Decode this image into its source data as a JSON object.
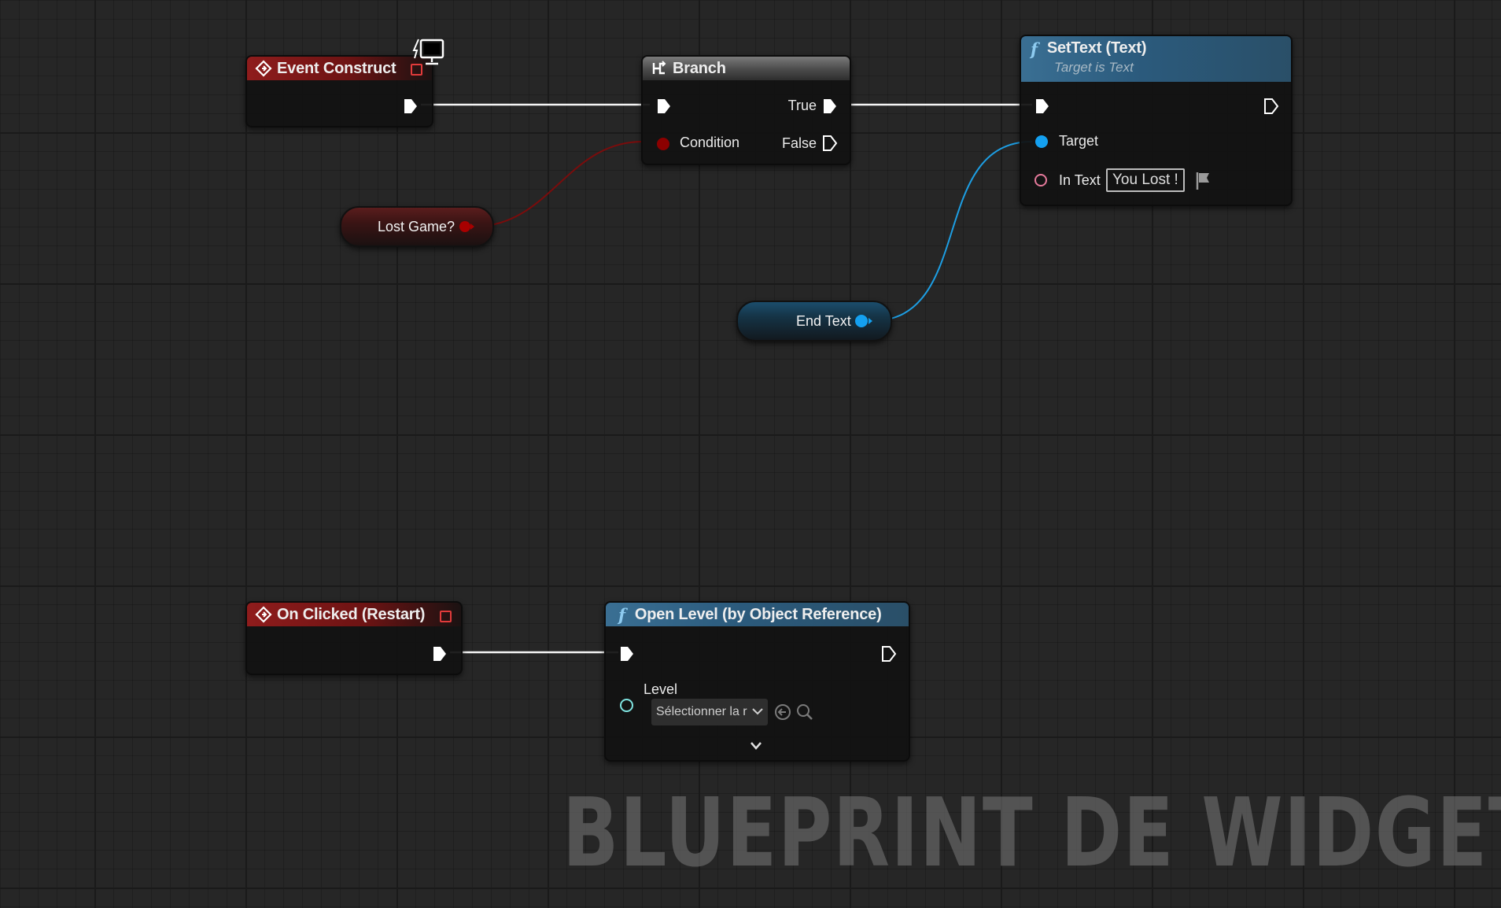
{
  "nodes": {
    "event_construct": {
      "title": "Event Construct"
    },
    "branch": {
      "title": "Branch",
      "true_label": "True",
      "false_label": "False",
      "condition_label": "Condition"
    },
    "set_text": {
      "title": "SetText (Text)",
      "subtitle": "Target is Text",
      "target_label": "Target",
      "in_text_label": "In Text",
      "in_text_value": "You Lost !"
    },
    "lost_game": {
      "label": "Lost Game?"
    },
    "end_text": {
      "label": "End Text"
    },
    "on_clicked": {
      "title": "On Clicked (Restart)"
    },
    "open_level": {
      "title": "Open Level (by Object Reference)",
      "level_label": "Level",
      "level_select": "Sélectionner la r"
    }
  },
  "watermark": "BLUEPRINT DE WIDGET",
  "icons": {
    "event": "event-diamond-icon",
    "branch": "branch-icon",
    "function": "function-f-icon",
    "monitor": "monitor-icon"
  },
  "colors": {
    "exec_wire": "#ffffff",
    "bool_wire": "#8a0000",
    "object_wire": "#1aa0e8",
    "event_header": "#8f1c1c",
    "function_header": "#2e5f82"
  }
}
